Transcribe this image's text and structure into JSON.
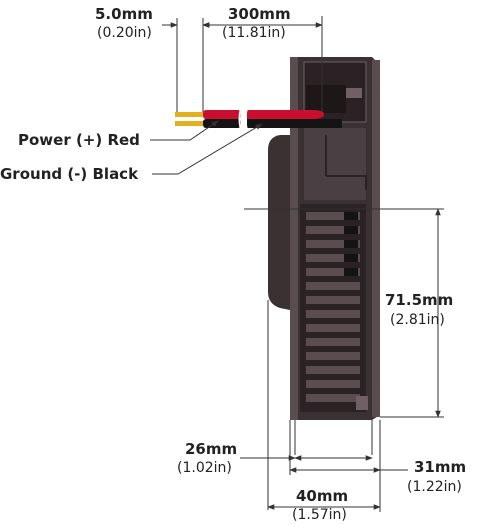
{
  "colors": {
    "housing_dark": "#3a3133",
    "housing_mid": "#5a4d50",
    "housing_light": "#6e6064",
    "wire_red": "#c8102e",
    "wire_black": "#141414",
    "pin_gold": "#e0b020"
  },
  "labels": {
    "power": "Power (+) Red",
    "ground": "Ground (-) Black"
  },
  "dimensions": {
    "pin_len": {
      "main": "5.0mm",
      "sub": "(0.20in)"
    },
    "wire_len": {
      "main": "300mm",
      "sub": "(11.81in)"
    },
    "height": {
      "main": "71.5mm",
      "sub": "(2.81in)"
    },
    "depth_a": {
      "main": "26mm",
      "sub": "(1.02in)"
    },
    "depth_b": {
      "main": "31mm",
      "sub": "(1.22in)"
    },
    "depth_c": {
      "main": "40mm",
      "sub": "(1.57in)"
    }
  }
}
